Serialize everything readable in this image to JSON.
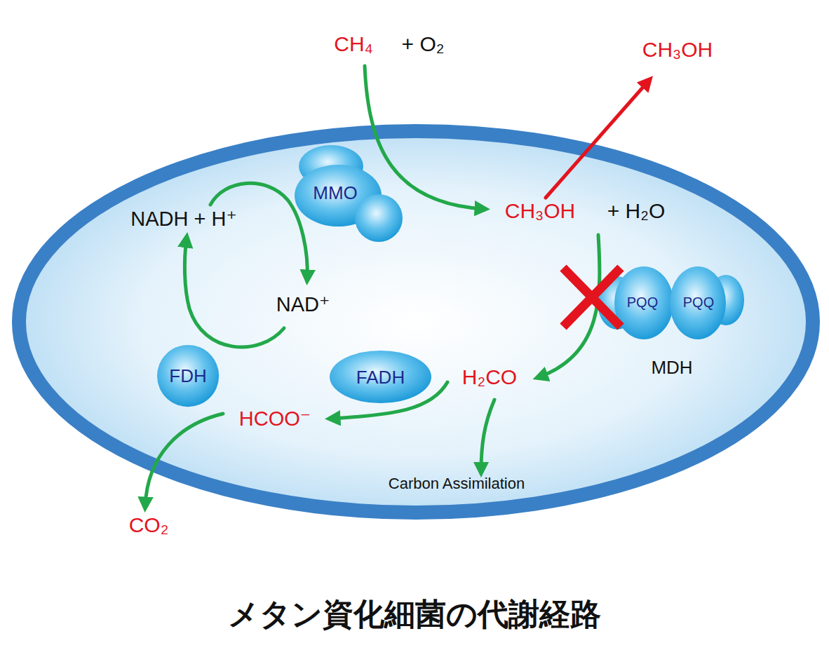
{
  "diagram": {
    "caption": "メタン資化細菌の代謝経路",
    "nodes": [
      {
        "text": [
          "MMO"
        ]
      },
      {
        "text": [
          "MDH"
        ]
      },
      {
        "text": [
          "PQQ"
        ],
        "in": 1
      },
      {
        "text": [
          "PQQ"
        ],
        "in": 1
      },
      {
        "text": [
          "FADH"
        ]
      },
      {
        "text": [
          "FDH"
        ]
      }
    ],
    "labels": [
      "CH₄",
      "+ O₂",
      "CH₃OH",
      "CH₃OH",
      "+ H₂O",
      "NADH + H⁺",
      "NAD⁺",
      "H₂CO",
      "HCOO⁻",
      "Carbon Assimilation",
      "CO₂"
    ]
  }
}
